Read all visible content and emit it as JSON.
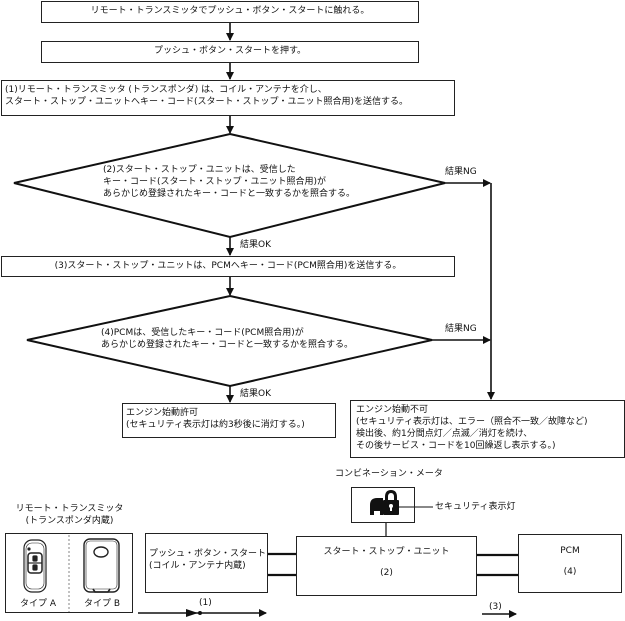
{
  "flow": {
    "step_touch": "リモート・トランスミッタでプッシュ・ボタン・スタートに触れる。",
    "step_press": "プッシュ・ボタン・スタートを押す。",
    "step1": [
      "(1)リモート・トランスミッタ (トランスポンダ) は、コイル・アンテナを介し、",
      "スタート・ストップ・ユニットへキー・コード(スタート・ストップ・ユニット照合用)を送信する。"
    ],
    "decision2": [
      "(2)スタート・ストップ・ユニットは、受信した",
      "キー・コード(スタート・ストップ・ユニット照合用)が",
      "あらかじめ登録されたキー・コードと一致するかを照合する。"
    ],
    "step3": "(3)スタート・ストップ・ユニットは、PCMへキー・コード(PCM照合用)を送信する。",
    "decision4": [
      "(4)PCMは、受信したキー・コード(PCM照合用)が",
      "あらかじめ登録されたキー・コードと一致するかを照合する。"
    ],
    "result_ok": "結果OK",
    "result_ng": "結果NG",
    "engine_ok": [
      "エンジン始動許可",
      "(セキュリティ表示灯は約3秒後に消灯する。)"
    ],
    "engine_ng": [
      "エンジン始動不可",
      "(セキュリティ表示灯は、エラー（照合不一致／故障など)",
      "検出後、約1分間点灯／点滅／消灯を続け、",
      "その後サービス・コードを10回繰返し表示する。)"
    ]
  },
  "components": {
    "remote_title": [
      "リモート・トランスミッタ",
      "(トランスポンダ内蔵)"
    ],
    "type_a": "タイプ A",
    "type_b": "タイプ B",
    "push_button": [
      "プッシュ・ボタン・スタート",
      "(コイル・アンテナ内蔵)"
    ],
    "meter_title": "コンビネーション・メータ",
    "security_lamp": "セキュリティ表示灯",
    "ssu": "スタート・ストップ・ユニット",
    "ssu_num": "(2)",
    "pcm": "PCM",
    "pcm_num": "(4)",
    "arrow1": "(1)",
    "arrow3": "(3)"
  },
  "icons": {
    "security": "car-lock-icon",
    "fob_a": "key-fob-type-a-icon",
    "fob_b": "key-fob-type-b-icon"
  }
}
